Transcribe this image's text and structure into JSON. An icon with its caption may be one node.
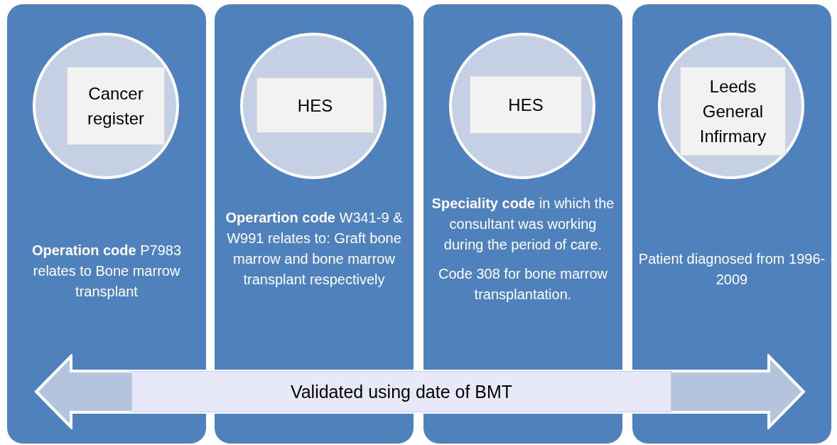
{
  "diagram": {
    "nodes": [
      {
        "text": [
          "**Operation code** P7983 relates to Bone marrow transplant"
        ]
      },
      {
        "text": [],
        "shape": "circle",
        "in": 0
      },
      {
        "text": [
          "Cancer register"
        ],
        "in": 1
      },
      {
        "text": [
          "**Operartion code** W341-9 & W991 relates to: Graft bone marrow and bone marrow transplant respectively"
        ]
      },
      {
        "text": [],
        "shape": "circle",
        "in": 3
      },
      {
        "text": [
          "HES"
        ],
        "in": 4
      },
      {
        "text": [
          "**Speciality code** in which the consultant was working during the period of care.",
          "Code 308 for bone marrow transplantation."
        ]
      },
      {
        "text": [],
        "shape": "circle",
        "in": 6
      },
      {
        "text": [
          "HES"
        ],
        "in": 7
      },
      {
        "text": [
          "Patient diagnosed from 1996-2009"
        ]
      },
      {
        "text": [],
        "shape": "circle",
        "in": 9
      },
      {
        "text": [
          "Leeds General Infirmary"
        ],
        "in": 10
      },
      {
        "text": [
          "Validated using date of BMT"
        ]
      }
    ],
    "edges": []
  }
}
